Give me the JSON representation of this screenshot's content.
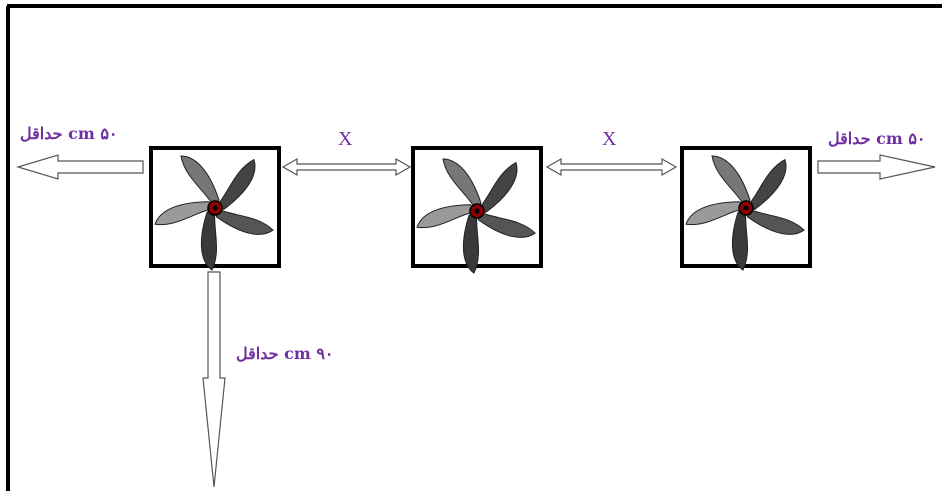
{
  "labels": {
    "left_min": "حداقل cm ۵۰",
    "right_min": "حداقل cm ۵۰",
    "bottom_min": "حداقل cm ۹۰",
    "spacing_left": "X",
    "spacing_right": "X"
  },
  "colors": {
    "label": "#7030a0",
    "frame": "#000000",
    "arrow_stroke": "#555555",
    "blade_dark": "#3a3a3a",
    "blade_light": "#9a9a9a",
    "hub": "#8b0000"
  },
  "icons": {
    "fan": "fan-blade-icon"
  }
}
